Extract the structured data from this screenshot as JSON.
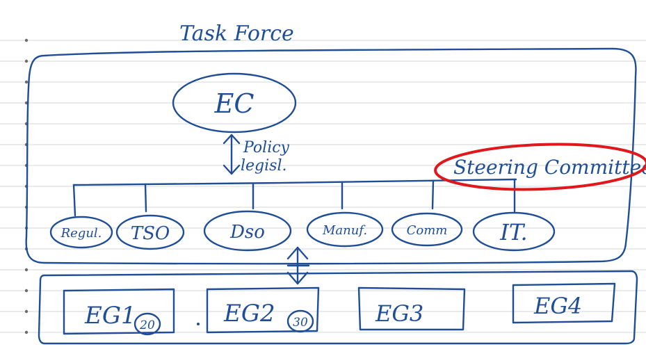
{
  "diagram": {
    "title": "Task Force",
    "top_node": "EC",
    "arrow_label_lines": [
      "Policy",
      "legisl."
    ],
    "steering_committee": "Steering Committee",
    "nodes": [
      "Regul.",
      "TSO",
      "Dso",
      "Manuf.",
      "Comm",
      "IT."
    ],
    "expert_groups": [
      {
        "label": "EG1",
        "badge": "20"
      },
      {
        "label": "EG2",
        "badge": "30"
      },
      {
        "label": "EG3",
        "badge": ""
      },
      {
        "label": "EG4",
        "badge": ""
      }
    ]
  },
  "colors": {
    "ink": "#1f4e96",
    "highlight": "#e0181b",
    "paper_lines": "#d6d8da",
    "margin_dots": "#6b6b6b"
  }
}
